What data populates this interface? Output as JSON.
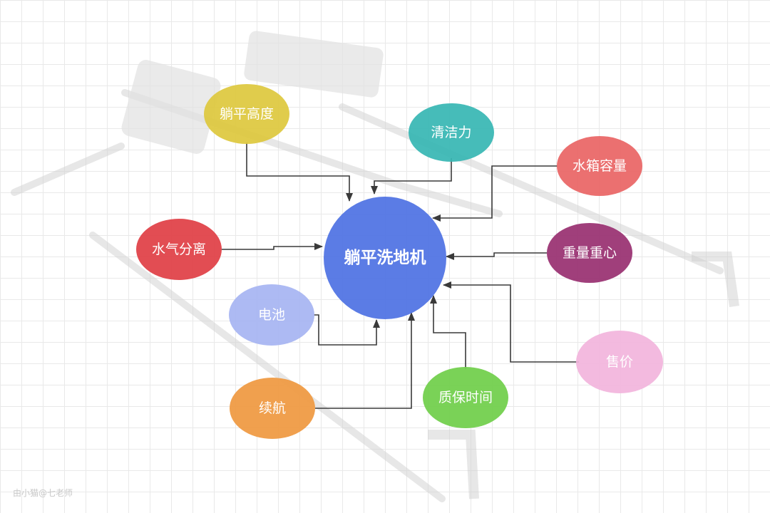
{
  "center": {
    "label": "躺平洗地机",
    "color": "#4f72e3"
  },
  "nodes": [
    {
      "id": "lying-height",
      "label": "躺平高度",
      "color": "#ddc83d"
    },
    {
      "id": "cleaning-power",
      "label": "清洁力",
      "color": "#36b6b3"
    },
    {
      "id": "tank-capacity",
      "label": "水箱容量",
      "color": "#e96464"
    },
    {
      "id": "water-air-separation",
      "label": "水气分离",
      "color": "#e0434a"
    },
    {
      "id": "weight-center",
      "label": "重量重心",
      "color": "#9b3574"
    },
    {
      "id": "battery",
      "label": "电池",
      "color": "#a4b3f2"
    },
    {
      "id": "price",
      "label": "售价",
      "color": "#f2b4dc"
    },
    {
      "id": "battery-life",
      "label": "续航",
      "color": "#ef9b45"
    },
    {
      "id": "warranty",
      "label": "质保时间",
      "color": "#73d04e"
    }
  ],
  "watermark": "由小猫@七老师",
  "line_color": "#3a3a3a"
}
